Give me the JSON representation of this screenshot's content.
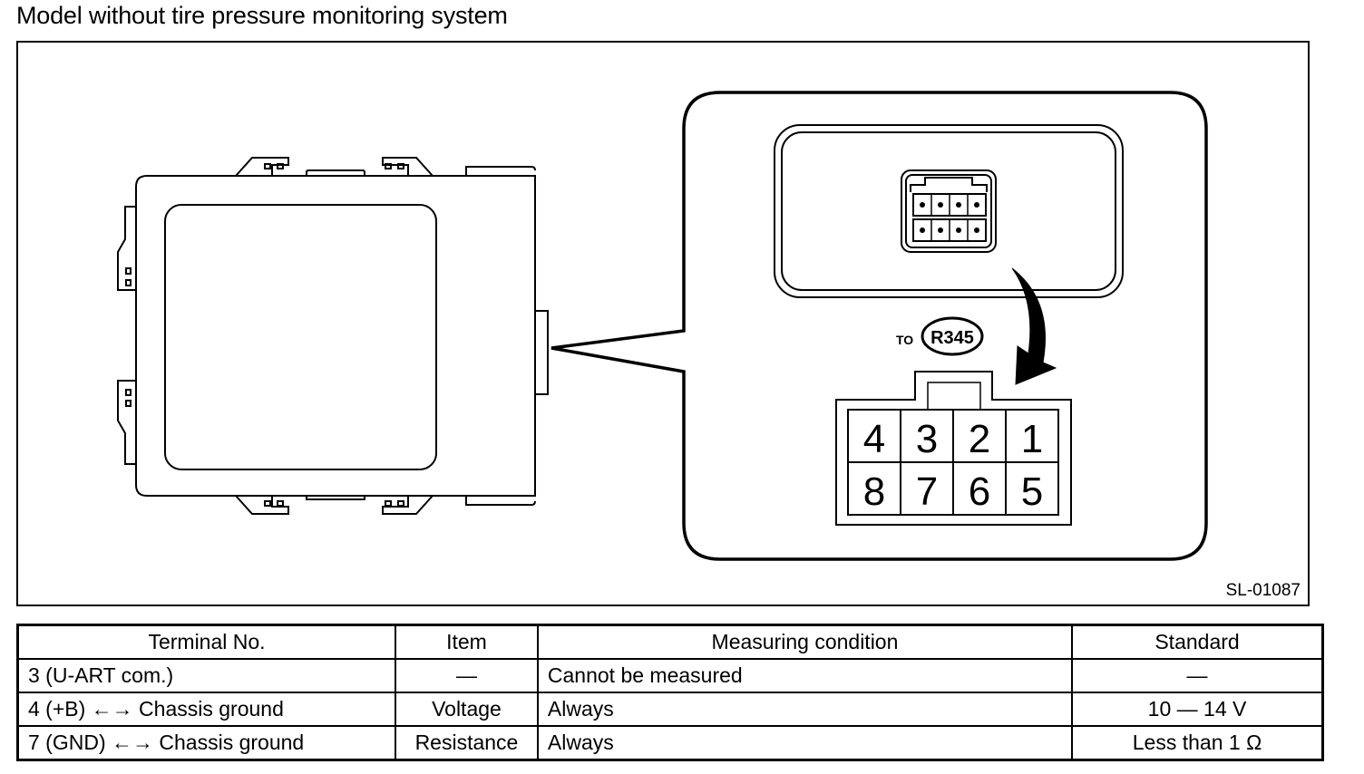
{
  "title": "Model without tire pressure monitoring system",
  "figure": {
    "id_label": "SL-01087",
    "connector_ref": {
      "prefix": "TO",
      "code": "R345"
    },
    "connector_pins": {
      "top_row": [
        "4",
        "3",
        "2",
        "1"
      ],
      "bottom_row": [
        "8",
        "7",
        "6",
        "5"
      ]
    }
  },
  "table": {
    "headers": [
      "Terminal No.",
      "Item",
      "Measuring condition",
      "Standard"
    ],
    "rows": [
      {
        "terminal": "3 (U-ART com.)",
        "item": "—",
        "condition": "Cannot be measured",
        "standard": "—"
      },
      {
        "terminal": "4 (+B) ←→ Chassis ground",
        "item": "Voltage",
        "condition": "Always",
        "standard": "10 — 14 V"
      },
      {
        "terminal": "7 (GND) ←→ Chassis ground",
        "item": "Resistance",
        "condition": "Always",
        "standard": "Less than 1 Ω"
      }
    ]
  }
}
